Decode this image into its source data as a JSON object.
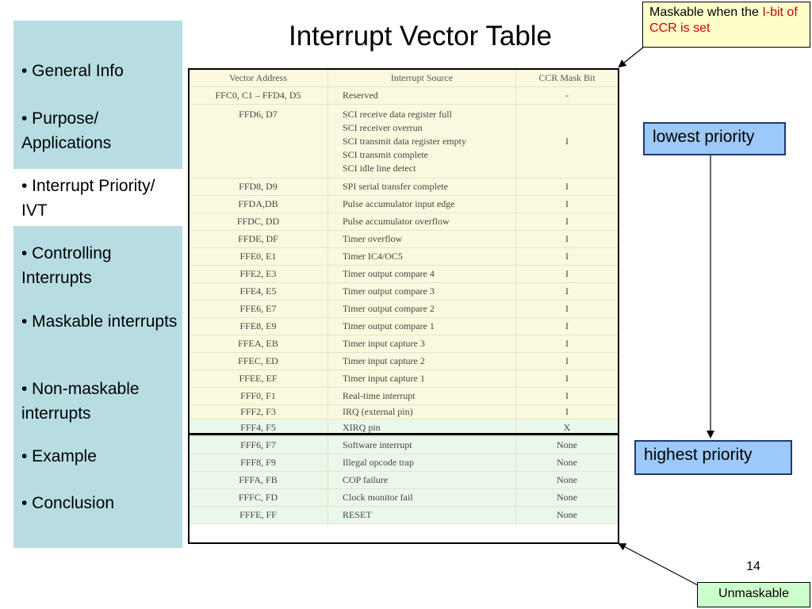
{
  "title": "Interrupt Vector Table",
  "nav": [
    {
      "label": "• General Info"
    },
    {
      "label": "• Purpose/ Applications"
    },
    {
      "label": "• Interrupt Priority/ IVT"
    },
    {
      "label": "• Controlling Interrupts"
    },
    {
      "label": "• Maskable interrupts"
    },
    {
      "label": "• Non-maskable interrupts"
    },
    {
      "label": "• Example"
    },
    {
      "label": "• Conclusion"
    }
  ],
  "table": {
    "headers": [
      "Vector Address",
      "Interrupt Source",
      "CCR Mask Bit"
    ],
    "rows": [
      {
        "address": "FFC0, C1 – FFD4, D5",
        "source": "Reserved",
        "mask": "-"
      },
      {
        "address": "FFD6, D7",
        "source_lines": [
          "SCI receive data register full",
          "SCI receiver overrun",
          "SCI transmit data register empty",
          "SCI transmit complete",
          "SCI idle line detect"
        ],
        "mask": "I"
      },
      {
        "address": "FFD8, D9",
        "source": "SPI serial transfer complete",
        "mask": "I"
      },
      {
        "address": "FFDA,DB",
        "source": "Pulse accumulator input edge",
        "mask": "I"
      },
      {
        "address": "FFDC, DD",
        "source": "Pulse accumulator overflow",
        "mask": "I"
      },
      {
        "address": "FFDE, DF",
        "source": "Timer overflow",
        "mask": "I"
      },
      {
        "address": "FFE0, E1",
        "source": "Timer IC4/OC5",
        "mask": "I"
      },
      {
        "address": "FFE2, E3",
        "source": "Timer output compare 4",
        "mask": "I"
      },
      {
        "address": "FFE4, E5",
        "source": "Timer output compare 3",
        "mask": "I"
      },
      {
        "address": "FFE6, E7",
        "source": "Timer output compare 2",
        "mask": "I"
      },
      {
        "address": "FFE8, E9",
        "source": "Timer output compare 1",
        "mask": "I"
      },
      {
        "address": "FFEA, EB",
        "source": "Timer input capture 3",
        "mask": "I"
      },
      {
        "address": "FFEC, ED",
        "source": "Timer input capture 2",
        "mask": "I"
      },
      {
        "address": "FFEE, EF",
        "source": "Timer input capture 1",
        "mask": "I"
      },
      {
        "address": "FFF0, F1",
        "source": "Real-time interrupt",
        "mask": "I"
      },
      {
        "address": "FFF2, F3",
        "source": "IRQ (external pin)",
        "mask": "I"
      },
      {
        "address": "FFF4, F5",
        "source": "XIRQ pin",
        "mask": "X"
      },
      {
        "address": "FFF6, F7",
        "source": "Software interrupt",
        "mask": "None"
      },
      {
        "address": "FFF8, F9",
        "source": "Illegal opcode trap",
        "mask": "None"
      },
      {
        "address": "FFFA, FB",
        "source": "COP failure",
        "mask": "None"
      },
      {
        "address": "FFFC, FD",
        "source": "Clock monitor fail",
        "mask": "None"
      },
      {
        "address": "FFFE, FF",
        "source": "RESET",
        "mask": "None"
      }
    ]
  },
  "callouts": {
    "maskable_prefix": "Maskable when the ",
    "maskable_red": "I-bit of CCR is set",
    "lowest": "lowest priority",
    "highest": "highest priority",
    "unmaskable": "Unmaskable"
  },
  "page_number": "14",
  "colors": {
    "sidebar": "#b7dde3",
    "maskable_region": "#fbf9dd",
    "unmaskable_region": "#eaf8ea",
    "priority_callout": "#9cc9f7",
    "note_bg": "#ffffcc",
    "note_red": "#cc0000"
  }
}
